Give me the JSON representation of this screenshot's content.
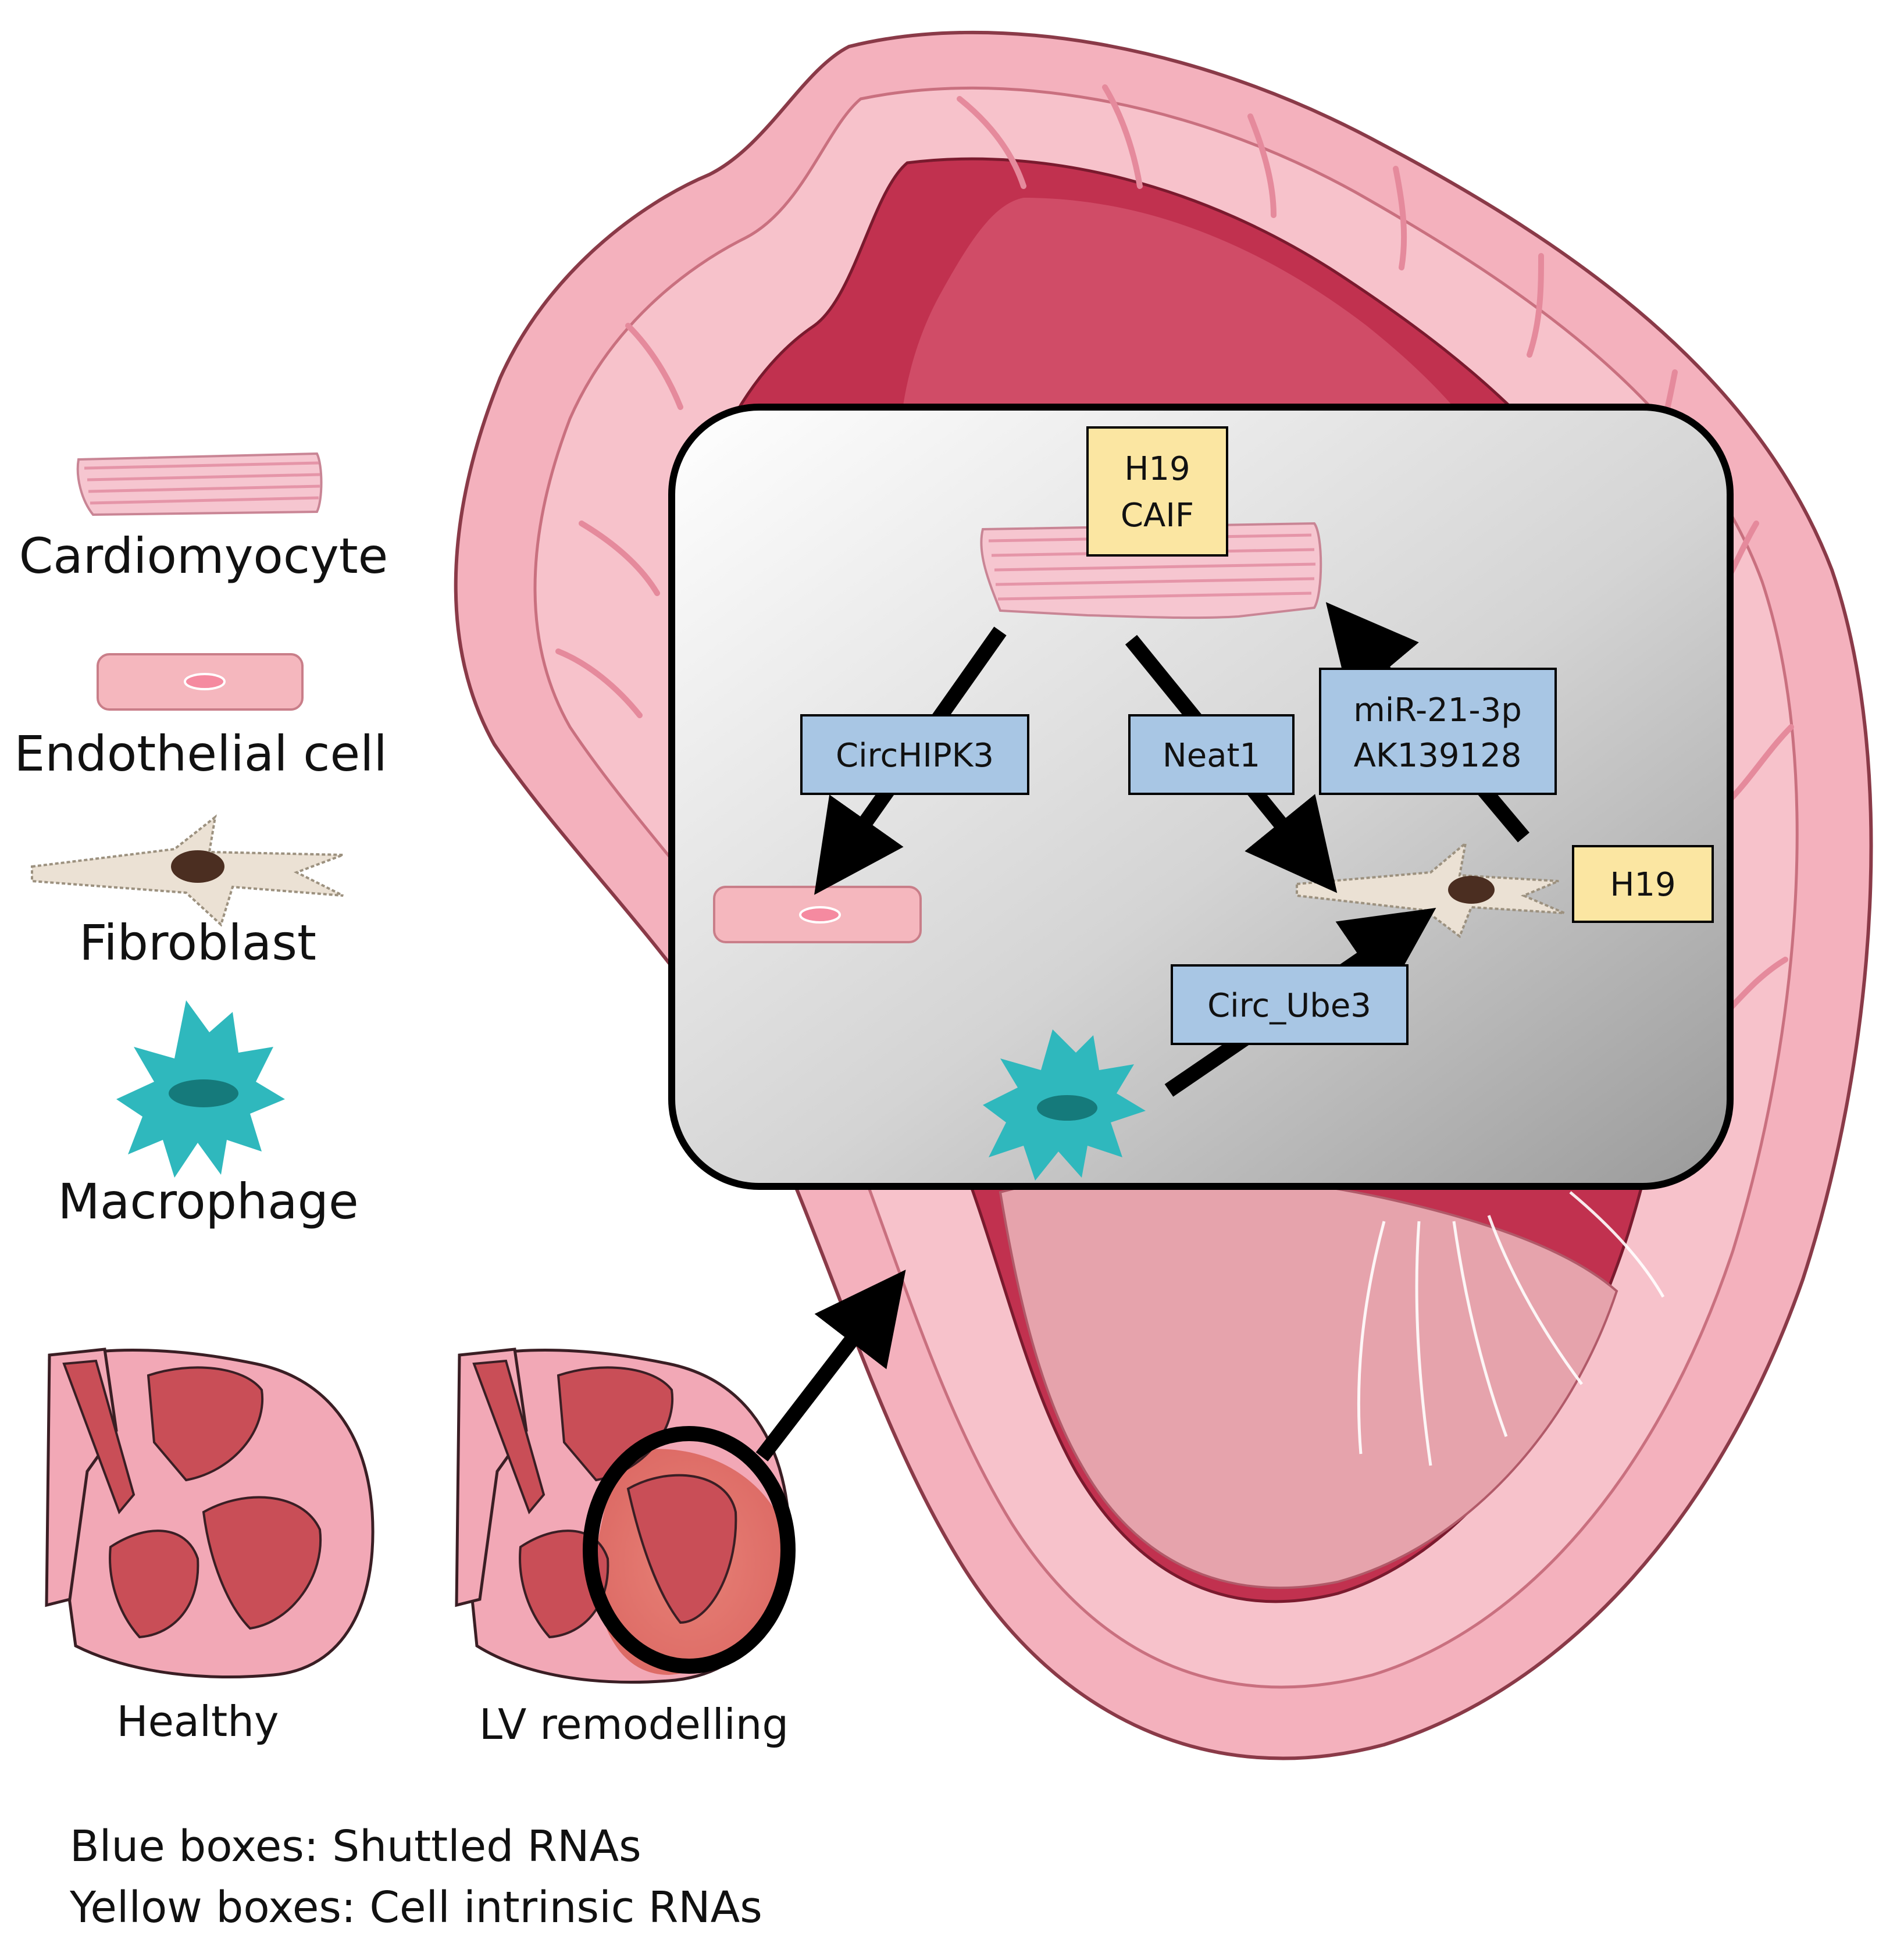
{
  "legend": {
    "cardiomyocyte": "Cardiomyocyte",
    "endothelial": "Endothelial cell",
    "fibroblast": "Fibroblast",
    "macrophage": "Macrophage"
  },
  "hearts": {
    "healthy": "Healthy",
    "remodelling": "LV remodelling"
  },
  "notes": {
    "blue": "Blue boxes: Shuttled RNAs",
    "yellow": "Yellow boxes: Cell intrinsic RNAs"
  },
  "boxes": {
    "cardio_intrinsic_1": "H19",
    "cardio_intrinsic_2": "CAIF",
    "circhipk3": "CircHIPK3",
    "neat1": "Neat1",
    "mir21_1": "miR-21-3p",
    "mir21_2": "AK139128",
    "fibro_intrinsic": "H19",
    "circ_ube3": "Circ_Ube3"
  },
  "colors": {
    "shuttled_box": "#a8c6e4",
    "intrinsic_box": "#fbe6a2",
    "heart_wall": "#f2a8b6",
    "chamber": "#c1314f",
    "macrophage": "#2fb8bd"
  }
}
